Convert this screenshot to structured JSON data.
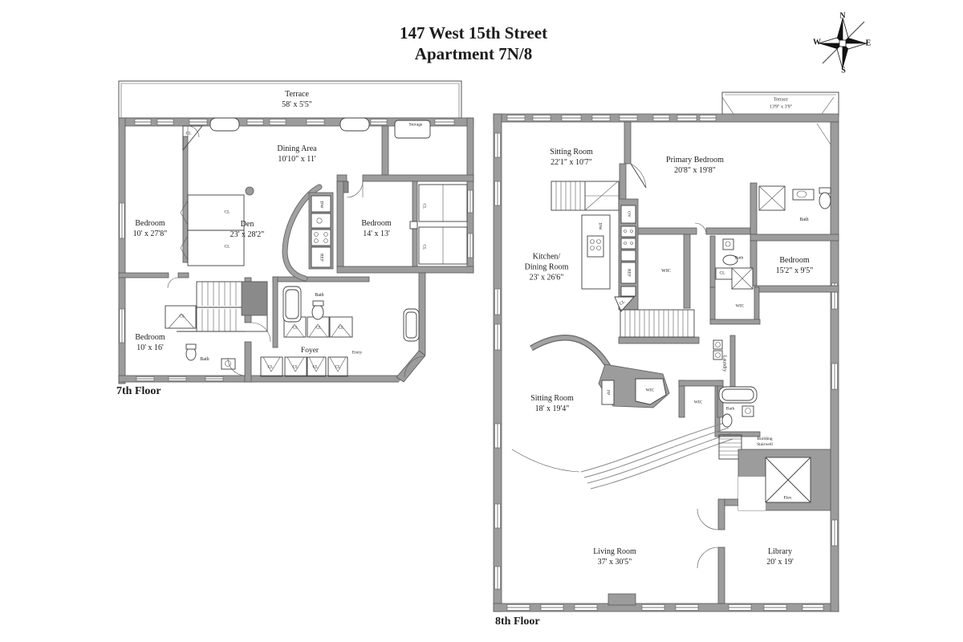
{
  "title": {
    "line1": "147 West 15th Street",
    "line2": "Apartment 7N/8"
  },
  "compass": {
    "n": "N",
    "e": "E",
    "s": "S",
    "w": "W"
  },
  "labels": {
    "cl": "CL",
    "bath": "Bath",
    "wic": "WIC",
    "storage": "Storage",
    "entry": "Entry",
    "laundry": "Laundry",
    "elev": "Elev.",
    "fp": "FP",
    "dw": "DW",
    "ref": "REF",
    "ov": "OV",
    "stairwell_line1": "Building",
    "stairwell_line2": "Stairwell"
  },
  "floor7": {
    "caption": "7th Floor",
    "rooms": {
      "terrace": {
        "name": "Terrace",
        "dims": "58' x 5'5\""
      },
      "dining_area": {
        "name": "Dining Area",
        "dims": "10'10\" x 11'"
      },
      "den": {
        "name": "Den",
        "dims": "23' x 28'2\""
      },
      "bedroom_west": {
        "name": "Bedroom",
        "dims": "10' x 27'8\""
      },
      "bedroom_east": {
        "name": "Bedroom",
        "dims": "14' x 13'"
      },
      "bedroom_south": {
        "name": "Bedroom",
        "dims": "10' x 16'"
      },
      "foyer": {
        "name": "Foyer"
      }
    }
  },
  "floor8": {
    "caption": "8th Floor",
    "rooms": {
      "terrace": {
        "name": "Terrace",
        "dims": "13'9\" x 3'9\""
      },
      "sitting_room_north": {
        "name": "Sitting Room",
        "dims": "22'1\" x 10'7\""
      },
      "primary_bedroom": {
        "name": "Primary Bedroom",
        "dims": "20'8\" x 19'8\""
      },
      "kitchen_dining": {
        "name_line1": "Kitchen/",
        "name_line2": "Dining Room",
        "dims": "23' x 26'6\""
      },
      "bedroom": {
        "name": "Bedroom",
        "dims": "15'2\" x 9'5\""
      },
      "sitting_room_center": {
        "name": "Sitting Room",
        "dims": "18' x 19'4\""
      },
      "living_room": {
        "name": "Living Room",
        "dims": "37' x 30'5\""
      },
      "library": {
        "name": "Library",
        "dims": "20' x 19'"
      }
    }
  }
}
